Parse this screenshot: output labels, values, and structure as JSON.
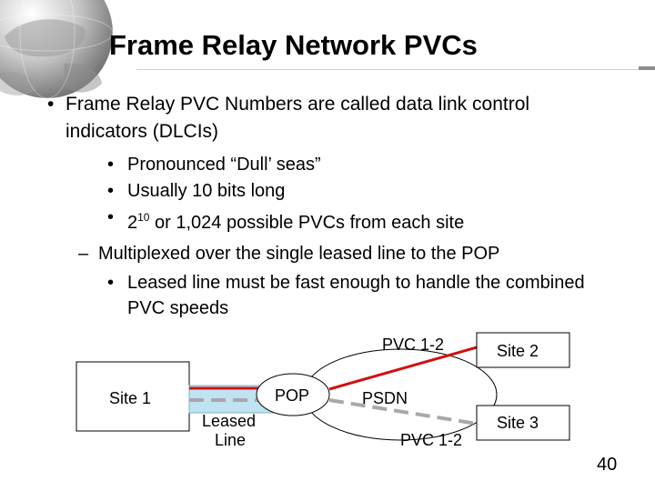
{
  "slide": {
    "title": "Frame Relay Network PVCs",
    "bullet_1": "Frame Relay PVC Numbers are called data link control indicators (DLCIs)",
    "sub_bullets": [
      "Pronounced “Dull’ seas”",
      "Usually 10 bits long"
    ],
    "sub_bullet_3": {
      "base": "2",
      "exponent": "10",
      "rest": " or 1,024 possible PVCs from each site"
    },
    "dash_item": "Multiplexed over the single leased line to the POP",
    "dash_sub_bullet": "Leased line must be fast enough to handle the combined PVC speeds",
    "bullet_glyph": "•",
    "dash_glyph": "–",
    "page_number": "40"
  },
  "diagram": {
    "site_1": "Site 1",
    "site_2": "Site 2",
    "site_3": "Site 3",
    "pop": "POP",
    "psdn": "PSDN",
    "leased_line": [
      "Leased",
      "Line"
    ],
    "pvc_top": "PVC 1-2",
    "pvc_bottom": "PVC 1-2",
    "colors": {
      "pvc_red": "#d01010",
      "pvc_gray": "#a8a8a8",
      "leased_fill": "#bfe3f0"
    }
  }
}
